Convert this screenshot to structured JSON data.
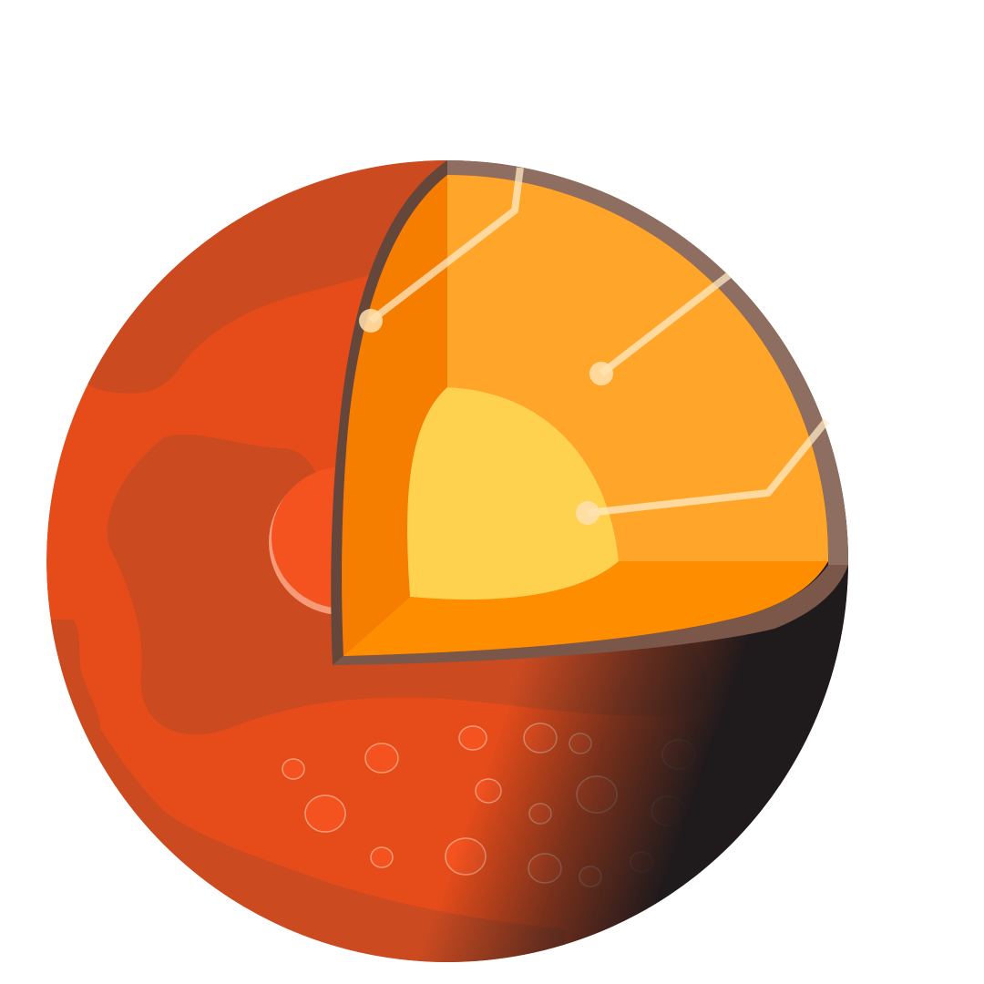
{
  "colors": {
    "background": "#ffffff",
    "surface": "#e64c1a",
    "surface_dark": "#cb4a20",
    "crater": "#f4521f",
    "crater_rim": "#f79a78",
    "core_inner": "#fed24e",
    "mantle_face": "#ffa62a",
    "mantle_side": "#f57d00",
    "mantle_bottom": "#ff8d00",
    "crust": "#8e6e61",
    "crust_dark": "#64463b",
    "callout_line": "#ffe9c4",
    "terminator": "#1f1a1c"
  },
  "layers": [
    {
      "id": "crust"
    },
    {
      "id": "mantle"
    },
    {
      "id": "core"
    }
  ],
  "callouts": [
    {
      "target": "crust"
    },
    {
      "target": "mantle"
    },
    {
      "target": "core"
    }
  ]
}
